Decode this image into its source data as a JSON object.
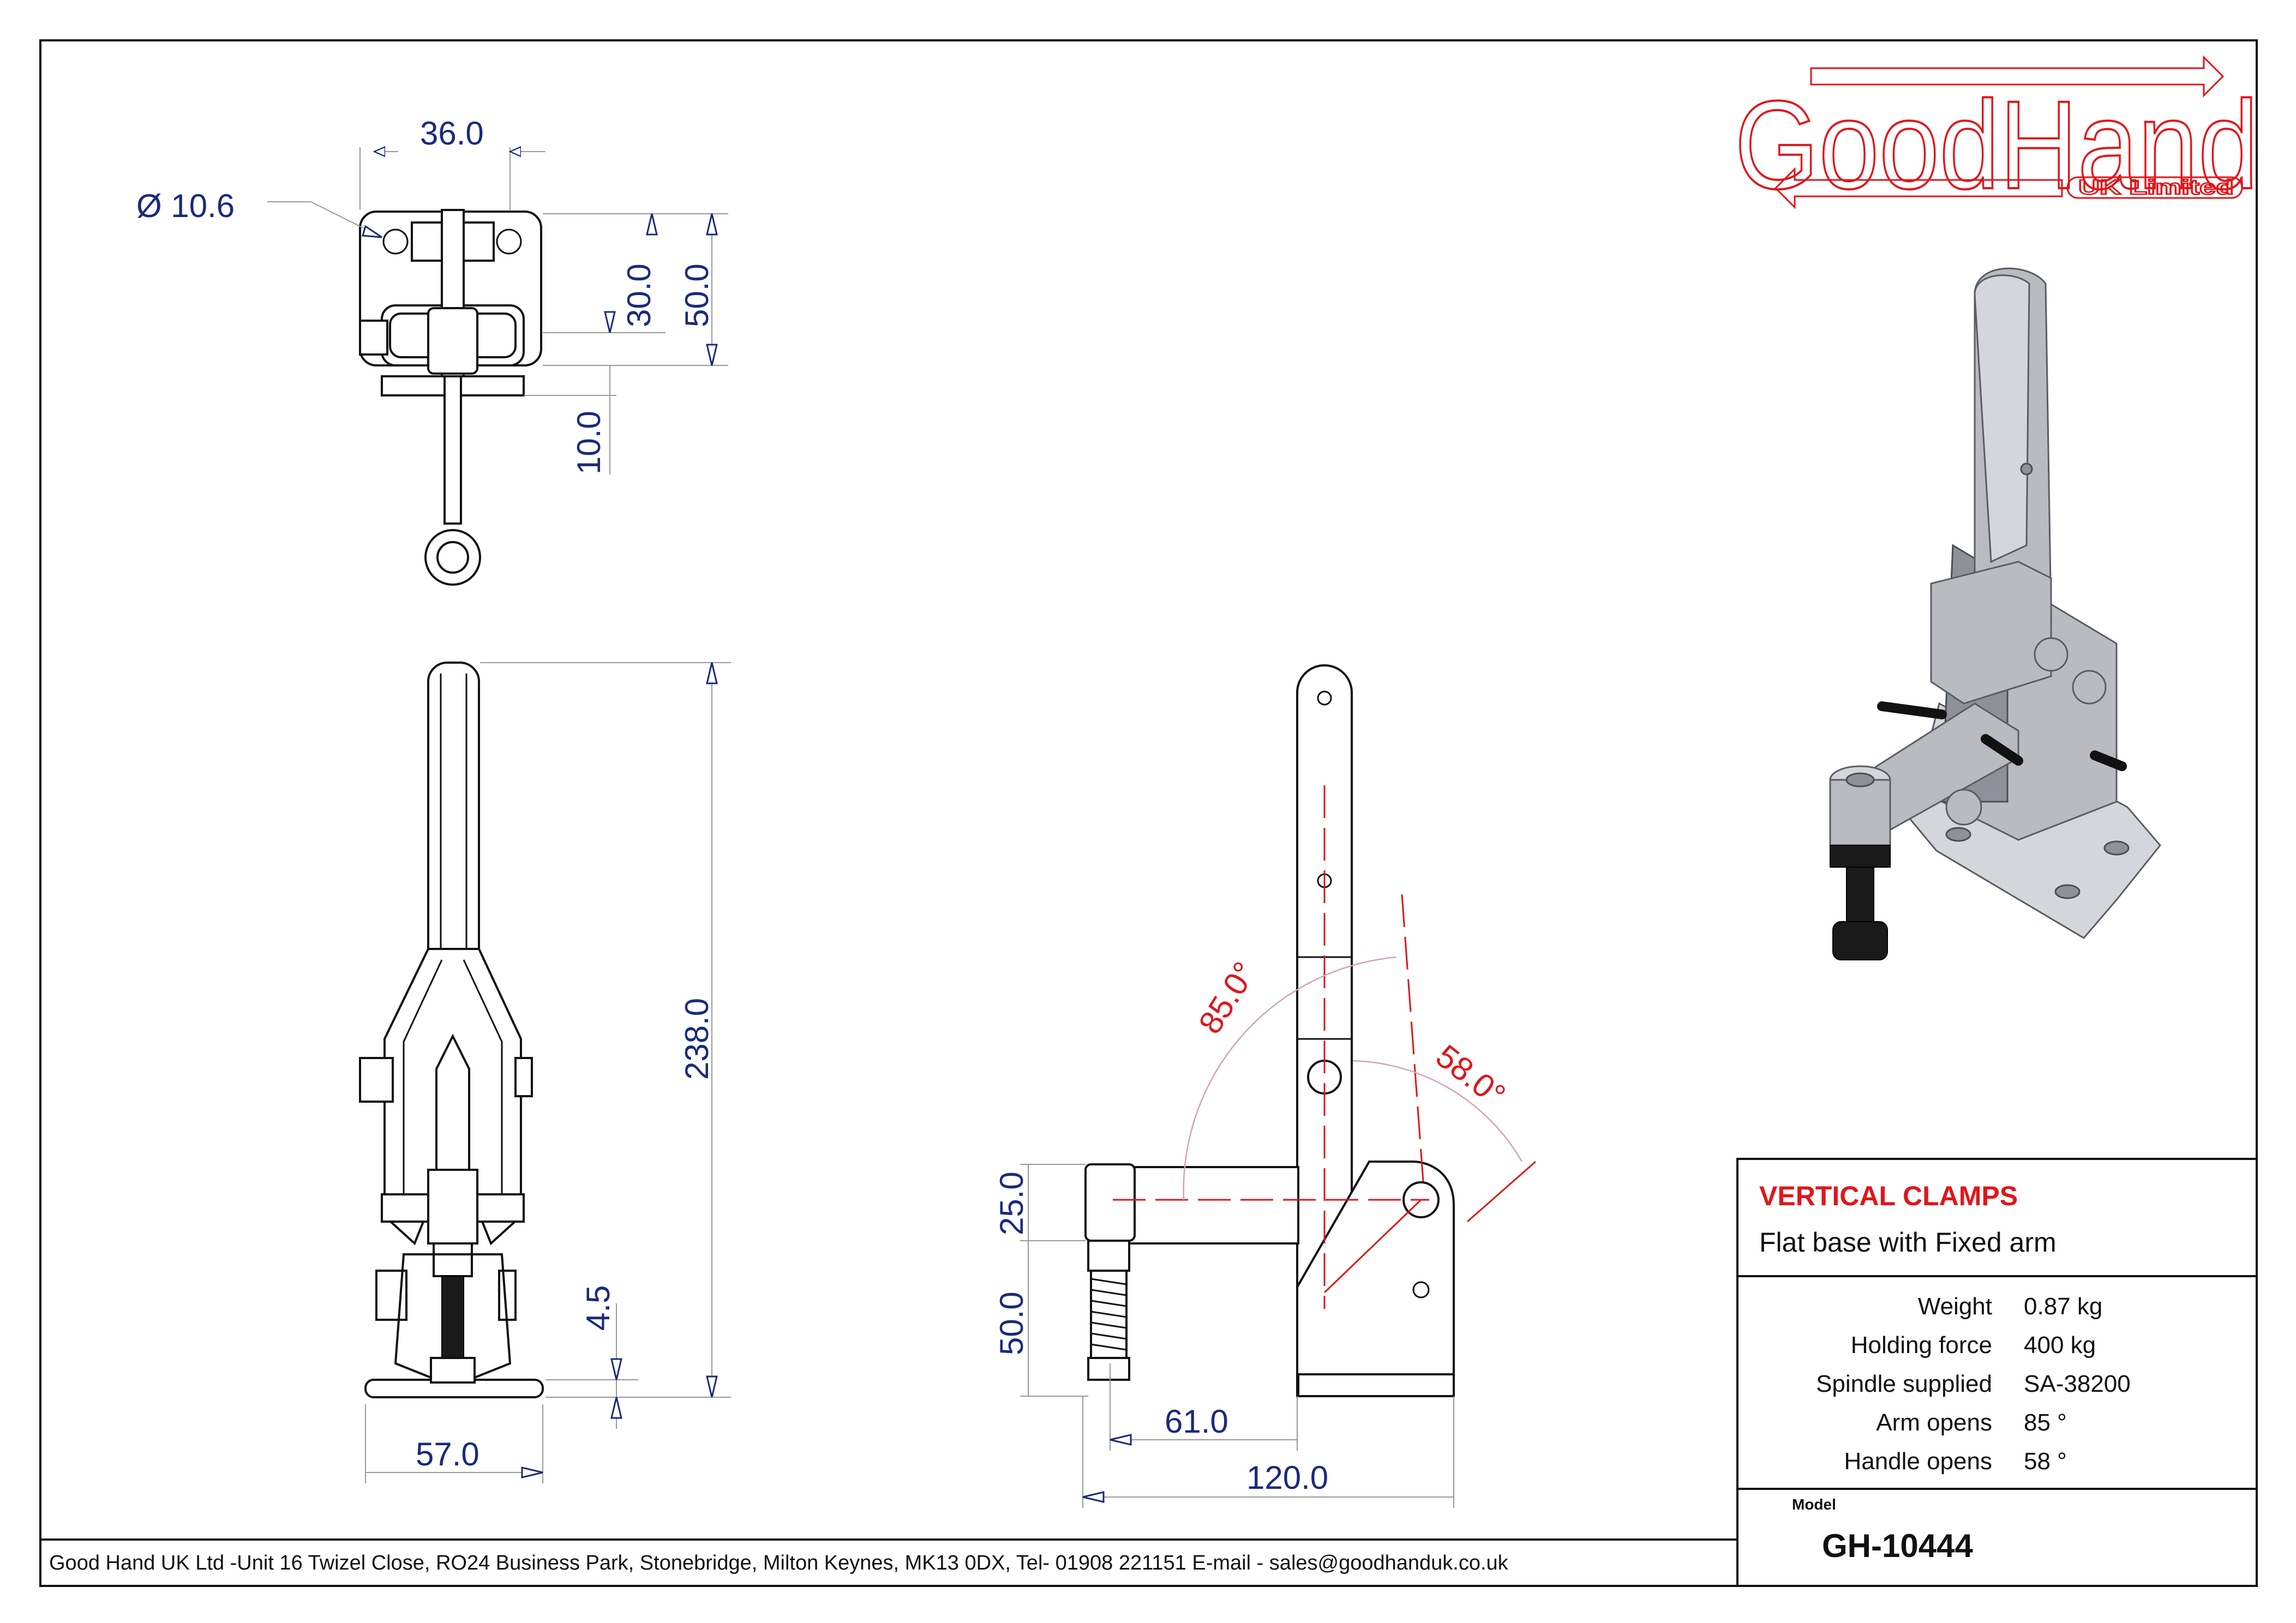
{
  "logo": {
    "name": "GoodHand",
    "sub": "UK Limited"
  },
  "dimensions": {
    "top_view": {
      "width_holes": "36.0",
      "hole_dia": "Ø 10.6",
      "hole_pitch": "30.0",
      "base_depth": "50.0",
      "offset": "10.0"
    },
    "front_view": {
      "height": "238.0",
      "base_height": "4.5",
      "base_width": "57.0"
    },
    "side_view": {
      "spindle_height": "25.0",
      "arm_height": "50.0",
      "spindle_reach": "61.0",
      "total_length": "120.0",
      "arm_open_angle": "85.0°",
      "handle_open_angle": "58.0°"
    }
  },
  "title_block": {
    "category": "VERTICAL CLAMPS",
    "description": "Flat base with Fixed arm",
    "specs": [
      {
        "label": "Weight",
        "value": "0.87 kg"
      },
      {
        "label": "Holding force",
        "value": "400 kg"
      },
      {
        "label": "Spindle supplied",
        "value": "SA-38200"
      },
      {
        "label": "Arm opens",
        "value": "85 °"
      },
      {
        "label": "Handle opens",
        "value": "58 °"
      }
    ],
    "model_label": "Model",
    "model": "GH-10444"
  },
  "footer": {
    "address": "Good Hand UK Ltd -Unit 16 Twizel Close, RO24 Business Park, Stonebridge, Milton Keynes, MK13 0DX, Tel- 01908 221151 E-mail - sales@goodhanduk.co.uk"
  },
  "colors": {
    "dimension": "#1b2a7a",
    "accent": "#e0161b",
    "line": "#111111"
  }
}
